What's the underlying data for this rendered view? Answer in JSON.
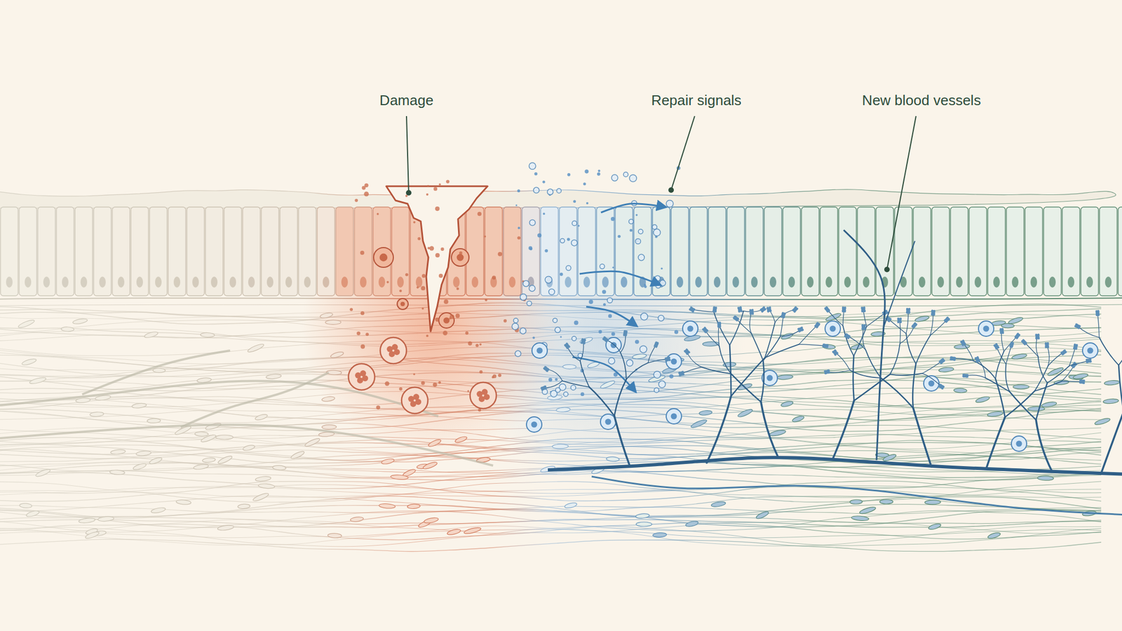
{
  "diagram": {
    "labels": [
      "Damage",
      "Repair signals",
      "New blood vessels"
    ]
  }
}
